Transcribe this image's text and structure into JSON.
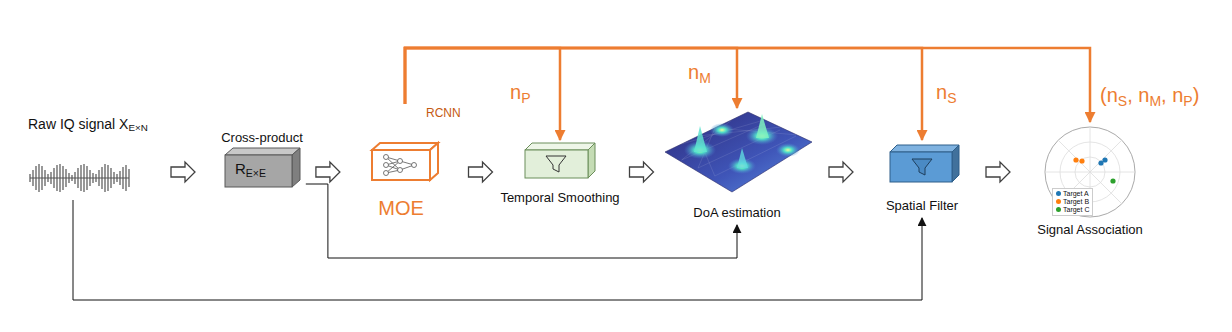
{
  "diagram": {
    "nodes": [
      {
        "text": [
          "Raw IQ signal XE×N"
        ]
      },
      {
        "text": [
          "Cross-product",
          "RE×E"
        ]
      },
      {
        "text": [
          "RCNN",
          "MOE"
        ]
      },
      {
        "text": [
          "Temporal Smoothing"
        ]
      },
      {
        "text": [
          "DoA estimation"
        ]
      },
      {
        "text": [
          "Spatial Filter"
        ]
      },
      {
        "text": [
          "Signal Association"
        ]
      }
    ],
    "edges": [
      {
        "from": 0,
        "to": 1,
        "arrow": "to"
      },
      {
        "from": 1,
        "to": 2,
        "arrow": "to"
      },
      {
        "from": 2,
        "to": 3,
        "arrow": "to"
      },
      {
        "from": 3,
        "to": 4,
        "arrow": "to"
      },
      {
        "from": 4,
        "to": 5,
        "arrow": "to"
      },
      {
        "from": 5,
        "to": 6,
        "arrow": "to"
      },
      {
        "from": 2,
        "to": 3,
        "label": "nP",
        "arrow": "to"
      },
      {
        "from": 2,
        "to": 4,
        "label": "nM",
        "arrow": "to"
      },
      {
        "from": 2,
        "to": 5,
        "label": "nS",
        "arrow": "to"
      },
      {
        "from": 2,
        "to": 6,
        "label": "(nS, nM, nP)",
        "arrow": "to"
      },
      {
        "from": 1,
        "to": 4,
        "arrow": "to"
      },
      {
        "from": 0,
        "to": 5,
        "arrow": "to"
      }
    ],
    "legend": [
      {
        "text": "Target A",
        "color": "#1f77b4"
      },
      {
        "text": "Target B",
        "color": "#ff7f0e"
      },
      {
        "text": "Target C",
        "color": "#2ca02c"
      }
    ]
  }
}
